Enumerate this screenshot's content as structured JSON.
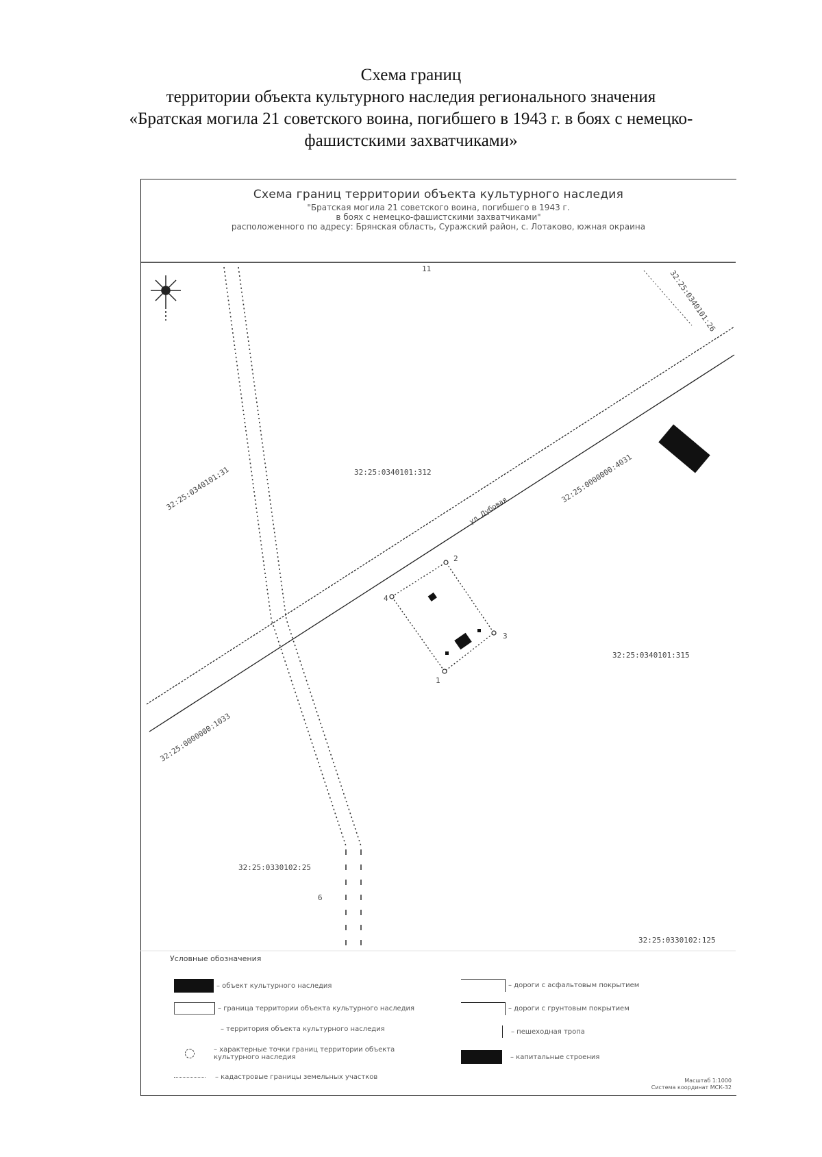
{
  "document_title": {
    "line1": "Схема границ",
    "line2": "территории объекта культурного наследия регионального значения",
    "line3": "«Братская могила 21 советского воина, погибшего в 1943 г. в боях с немецко-",
    "line4": "фашистскими захватчиками»"
  },
  "map_header": {
    "line1": "Схема границ территории объекта культурного наследия",
    "line2": "\"Братская могила 21 советского воина, погибшего в 1943 г.",
    "line3": "в боях с немецко-фашистскими захватчиками\"",
    "line4": "расположенного по адресу: Брянская область, Суражский район, с. Лотаково, южная окраина"
  },
  "map_labels": {
    "north_marker": "11",
    "parcel_ne": "32:25:0340101:26",
    "parcel_nw": "32:25:0340101:31",
    "parcel_center": "32:25:0340101:312",
    "parcel_road": "32:25:0000000:4031",
    "street_name": "ул. Дубовая",
    "parcel_east": "32:25:0340101:315",
    "parcel_sw_road": "32:25:0000000:1033",
    "parcel_south": "32:25:0330102:25",
    "parcel_se": "32:25:0330102:125",
    "point_1": "1",
    "point_2": "2",
    "point_3": "3",
    "point_4": "4",
    "point_6": "6"
  },
  "legend": {
    "title": "Условные обозначения",
    "items": {
      "object": "– объект культурного наследия",
      "zone": "– граница территории объекта культурного наследия",
      "territory": "– территория объекта культурного наследия",
      "points": "– характерные точки границ территории объекта культурного наследия",
      "cadastral": "– кадастровые границы земельных участков",
      "road_asphalt": "– дороги с асфальтовым покрытием",
      "road_dirt": "– дороги с грунтовым покрытием",
      "ravine": "– пешеходная тропа",
      "building": "– капитальные строения"
    }
  },
  "scale": {
    "line1": "Масштаб 1:1000",
    "line2": "Система координат МСК-32"
  },
  "colors": {
    "ink": "#111111",
    "line_gray": "#444444"
  }
}
